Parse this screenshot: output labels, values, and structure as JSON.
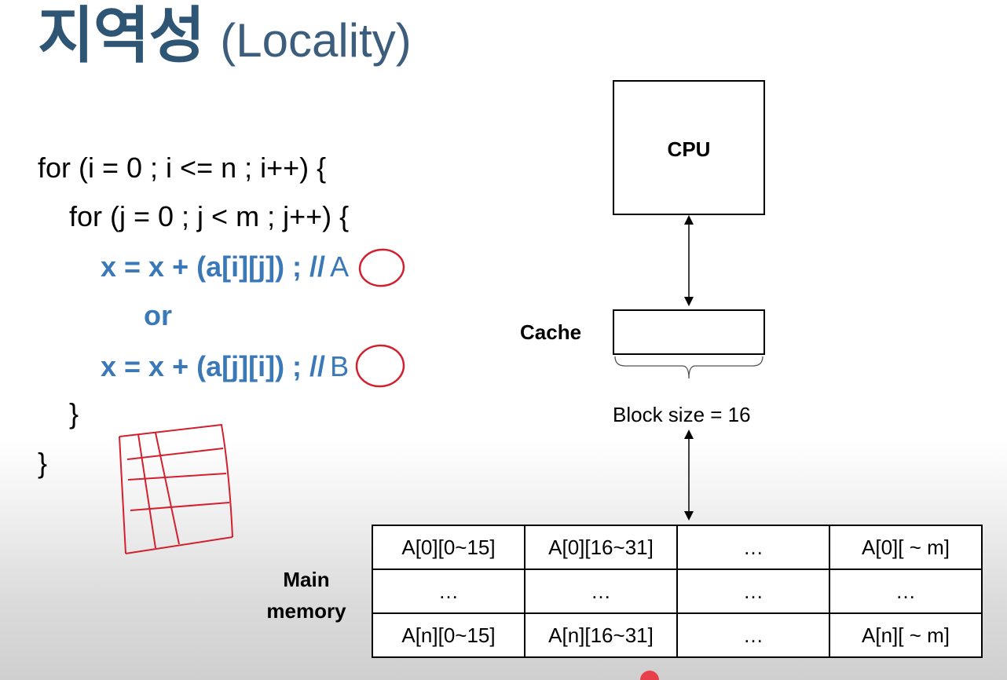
{
  "title": {
    "korean": "지역성",
    "english": "(Locality)"
  },
  "code": {
    "line1": "for (i = 0 ; i <= n ; i++) {",
    "line2": "for (j = 0 ; j < m ; j++) {",
    "line3": "x = x + (a[i][j]) ; //",
    "line3_mark": "A",
    "line4": "or",
    "line5": "x = x + (a[j][i]) ; //",
    "line5_mark": "B",
    "line6": "}",
    "line7": "}"
  },
  "diagram": {
    "cpu_label": "CPU",
    "cache_label": "Cache",
    "block_size_label": "Block size = 16",
    "main_memory_label": [
      "Main",
      "memory"
    ]
  },
  "memory_table": {
    "rows": [
      [
        "A[0][0~15]",
        "A[0][16~31]",
        "…",
        "A[0][ ~ m]"
      ],
      [
        "…",
        "…",
        "…",
        "…"
      ],
      [
        "A[n][0~15]",
        "A[n][16~31]",
        "…",
        "A[n][ ~ m]"
      ]
    ]
  },
  "colors": {
    "title": "#2f5575",
    "code_highlight": "#3a78b8",
    "annotation": "#d2202f"
  }
}
